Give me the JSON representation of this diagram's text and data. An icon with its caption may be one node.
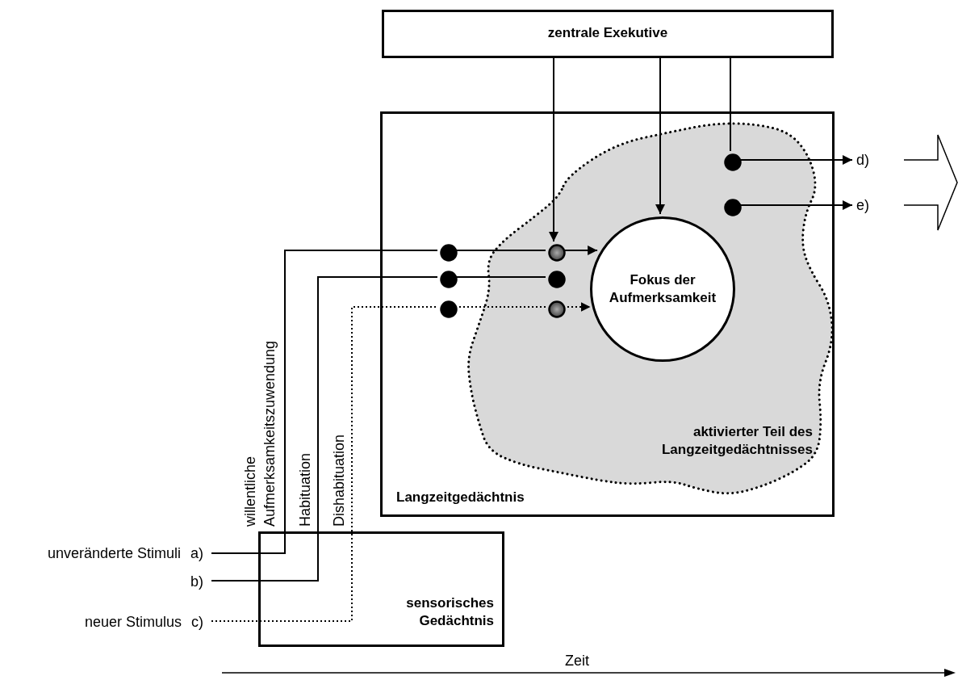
{
  "diagram": {
    "nodes": [
      {
        "text": [
          "zentrale Exekutive"
        ]
      },
      {
        "text": [
          "Langzeitgedächtnis"
        ]
      },
      {
        "text": [
          "aktivierter Teil des Langzeitgedächtnisses"
        ],
        "in": 1
      },
      {
        "text": [],
        "shape": "circle",
        "in": 2
      },
      {
        "text": [],
        "shape": "circle",
        "in": 2
      },
      {
        "text": [
          "d)"
        ]
      },
      {
        "text": [
          "e)"
        ]
      },
      {
        "text": [],
        "shape": "arrow"
      },
      {
        "text": [],
        "shape": "circle",
        "in": 1
      },
      {
        "text": [],
        "shape": "circle",
        "in": 2
      },
      {
        "text": [
          "Fokus der Aufmerksamkeit"
        ],
        "in": 2
      },
      {
        "text": [],
        "shape": "circle",
        "in": 1
      },
      {
        "text": [],
        "shape": "circle",
        "in": 2
      },
      {
        "text": [],
        "shape": "circle",
        "in": 1
      },
      {
        "text": [],
        "shape": "circle",
        "in": 2
      },
      {
        "text": [
          "unveränderte Stimuli",
          "a)"
        ]
      },
      {
        "text": [
          "b)"
        ]
      },
      {
        "text": [
          "neuer Stimulus",
          "c)"
        ]
      },
      {
        "text": [
          "sensorisches Gedächtnis"
        ]
      }
    ],
    "edges": [
      {
        "from": 0,
        "to": 9,
        "arrow": "to"
      },
      {
        "from": 0,
        "to": 10,
        "arrow": "to"
      },
      {
        "from": 0,
        "to": 3,
        "arrow": "none"
      },
      {
        "from": 3,
        "to": 5,
        "arrow": "to"
      },
      {
        "from": 4,
        "to": 6,
        "arrow": "to"
      },
      {
        "from": 15,
        "to": 18,
        "arrow": "none"
      },
      {
        "from": 18,
        "to": 8,
        "arrow": "none"
      },
      {
        "from": 8,
        "to": 9,
        "arrow": "none"
      },
      {
        "from": 9,
        "to": 10,
        "arrow": "to"
      },
      {
        "from": 16,
        "to": 18,
        "arrow": "none"
      },
      {
        "from": 18,
        "to": 11,
        "arrow": "none"
      },
      {
        "from": 11,
        "to": 12,
        "arrow": "none"
      },
      {
        "from": 17,
        "to": 18,
        "arrow": "none",
        "style": "dashed"
      },
      {
        "from": 18,
        "to": 13,
        "arrow": "none",
        "style": "dashed"
      },
      {
        "from": 13,
        "to": 14,
        "arrow": "none",
        "style": "dashed"
      },
      {
        "from": 14,
        "to": 10,
        "arrow": "to",
        "style": "dashed"
      }
    ],
    "labels": [
      "willentliche Aufmerksamkeitszuwendung",
      "Habituation",
      "Dishabituation",
      "Zeit"
    ]
  }
}
